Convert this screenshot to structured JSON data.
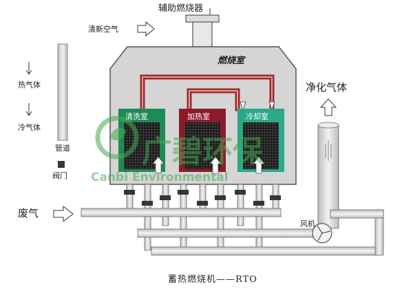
{
  "labels": {
    "aux_burner": "辅助燃烧器",
    "fresh_air": "清新空气",
    "combustion_chamber": "燃烧室",
    "hot_gas": "热气体",
    "cold_gas": "冷气体",
    "duct": "管道",
    "valve": "阀门",
    "waste_gas": "废气",
    "clean_gas": "净化气体",
    "fan": "风机",
    "chamber_left": "清洗室",
    "chamber_mid": "加热室",
    "chamber_right": "冷却室",
    "caption": "蓄热燃烧机——RTO"
  },
  "watermark": {
    "cn": "广碧环保",
    "en": "Canbi Environmental"
  },
  "colors": {
    "casing": "#d5d5d5",
    "casing_stroke": "#555555",
    "pipe_fill": "#e3e3e3",
    "hot_pipe": "#a02828",
    "chamber_left": "#1f8a55",
    "chamber_mid": "#8c1c2c",
    "chamber_right": "#2aa88a",
    "valve": "#2f3a30",
    "watermark": "#46aa50"
  },
  "icons": [
    "arrow-right-icon",
    "arrow-up-icon",
    "arrow-down-icon",
    "fan-icon",
    "valve-icon",
    "burner-icon",
    "watermark-logo-icon"
  ]
}
